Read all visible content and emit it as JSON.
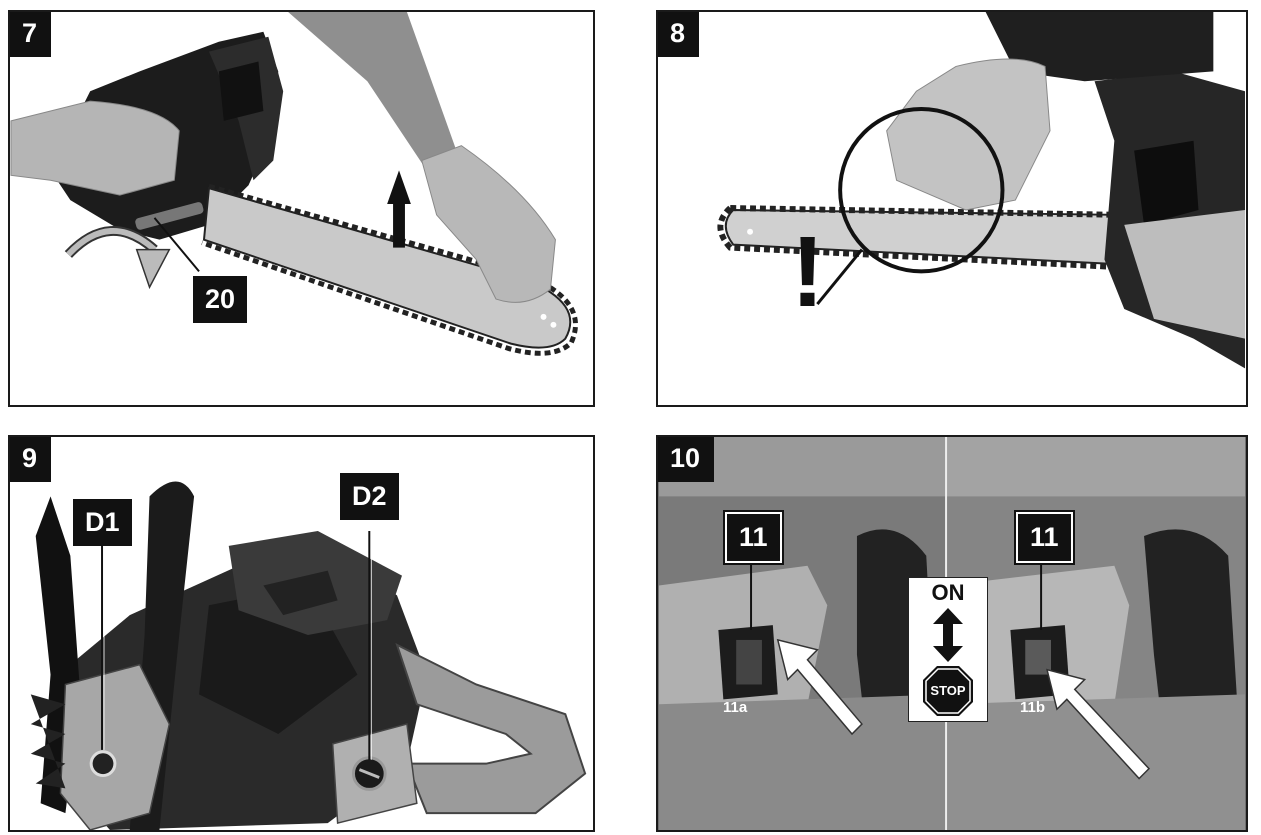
{
  "figures": [
    {
      "number": "7",
      "callouts": [
        "20"
      ]
    },
    {
      "number": "8",
      "symbol": "!"
    },
    {
      "number": "9",
      "callouts": [
        "D1",
        "D2"
      ]
    },
    {
      "number": "10",
      "callouts": [
        "11",
        "11"
      ],
      "labels": [
        "11a",
        "11b"
      ],
      "switch": {
        "on": "ON",
        "stop": "STOP"
      }
    }
  ],
  "colors": {
    "frame": "#1a1a1a",
    "label_bg": "#111111",
    "label_text": "#ffffff"
  }
}
